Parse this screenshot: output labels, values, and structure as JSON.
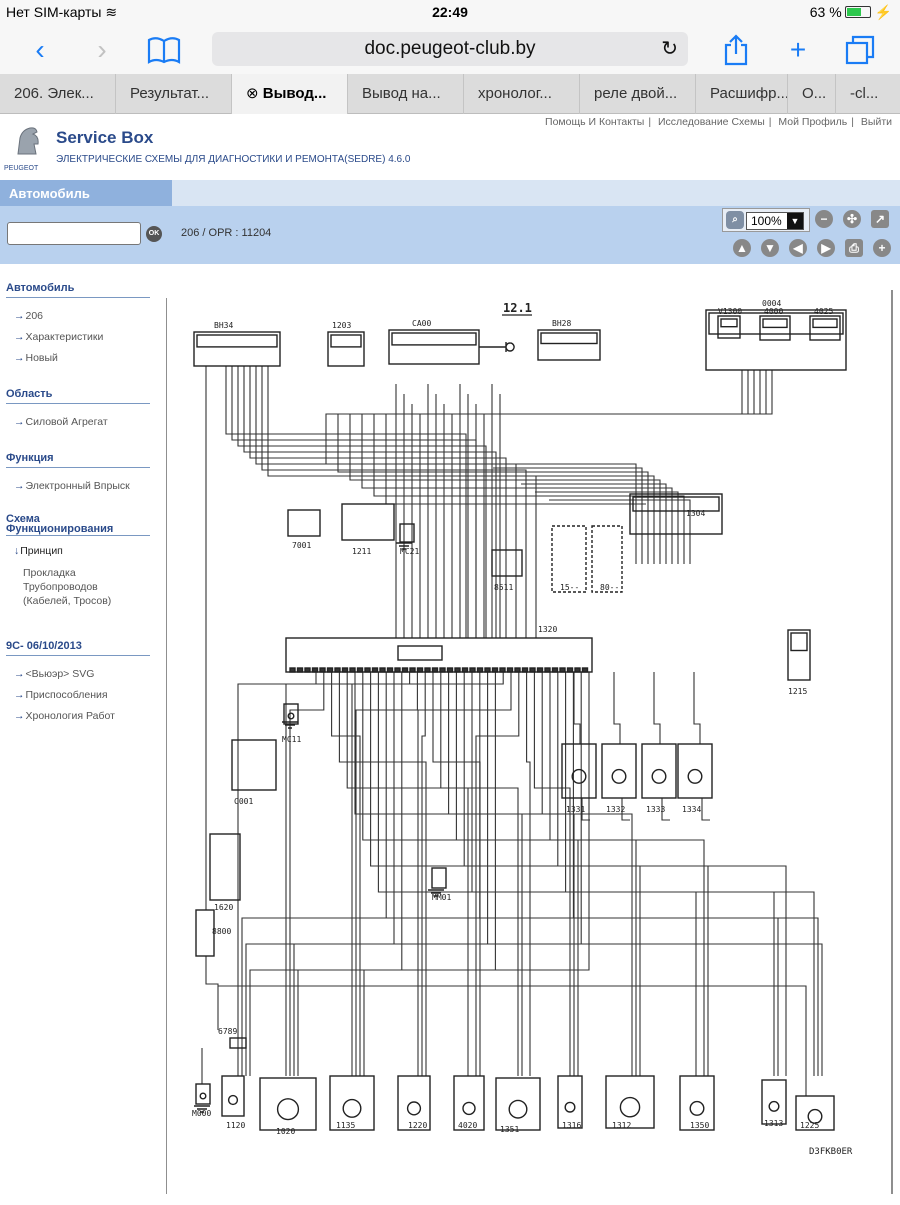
{
  "status": {
    "carrier": "Нет SIM-карты",
    "time": "22:49",
    "battery": "63 %",
    "battery_fraction": 0.63
  },
  "browser": {
    "url": "doc.peugeot-club.by"
  },
  "tabs": [
    "206. Элек...",
    "Результат...",
    "Вывод...",
    "Вывод на...",
    "хронолог...",
    "реле двой...",
    "Расшифр...",
    "О...",
    "-cl..."
  ],
  "header": {
    "title": "Service Box",
    "subtitle": "ЭЛЕКТРИЧЕСКИЕ СХЕМЫ ДЛЯ ДИАГНОСТИКИ И РЕМОНТА(SEDRE) 4.6.0",
    "brand": "PEUGEOT",
    "links": [
      "Помощь И Контакты",
      "Исследование Схемы",
      "Мой Профиль",
      "Выйти"
    ]
  },
  "band": {
    "tab_label": "Автомобиль",
    "ok_label": "OK",
    "crumb": "206  /  OPR : 11204",
    "zoom": "100%"
  },
  "sidebar": {
    "sections": [
      {
        "title": "Автомобиль",
        "items": [
          "206",
          "Характеристики",
          "Новый"
        ]
      },
      {
        "title": "Область",
        "items": [
          "Силовой Агрегат"
        ]
      },
      {
        "title": "Функция",
        "items": [
          "Электронный Впрыск"
        ]
      },
      {
        "title": "Схема Функционирования",
        "items": [
          "Принцип",
          "Прокладка Трубопроводов (Кабелей, Тросов)"
        ]
      },
      {
        "title": "9C- 06/10/2013",
        "items": [
          "<Вьюэр> SVG",
          "Приспособления",
          "Хронология Работ"
        ]
      }
    ]
  },
  "diagram": {
    "page_number": "12.1",
    "ref": "D3FKB0ER",
    "components": [
      "BH34",
      "1203",
      "CA00",
      "BH28",
      "0004",
      "V1300",
      "4000",
      "4025",
      "7001",
      "1211",
      "MC21",
      "1304",
      "8511",
      "15--",
      "80--",
      "1320",
      "1215",
      "C001",
      "MC11",
      "1331",
      "1332",
      "1333",
      "1334",
      "1620",
      "8800",
      "MM01",
      "6789",
      "M000",
      "1120",
      "1020",
      "1135",
      "1220",
      "4020",
      "1351",
      "1316",
      "1312",
      "1350",
      "1313",
      "1225"
    ]
  },
  "colors": {
    "accent": "#1a7cf5",
    "brand": "#2a4a8a",
    "band": "#b9d1ee"
  }
}
